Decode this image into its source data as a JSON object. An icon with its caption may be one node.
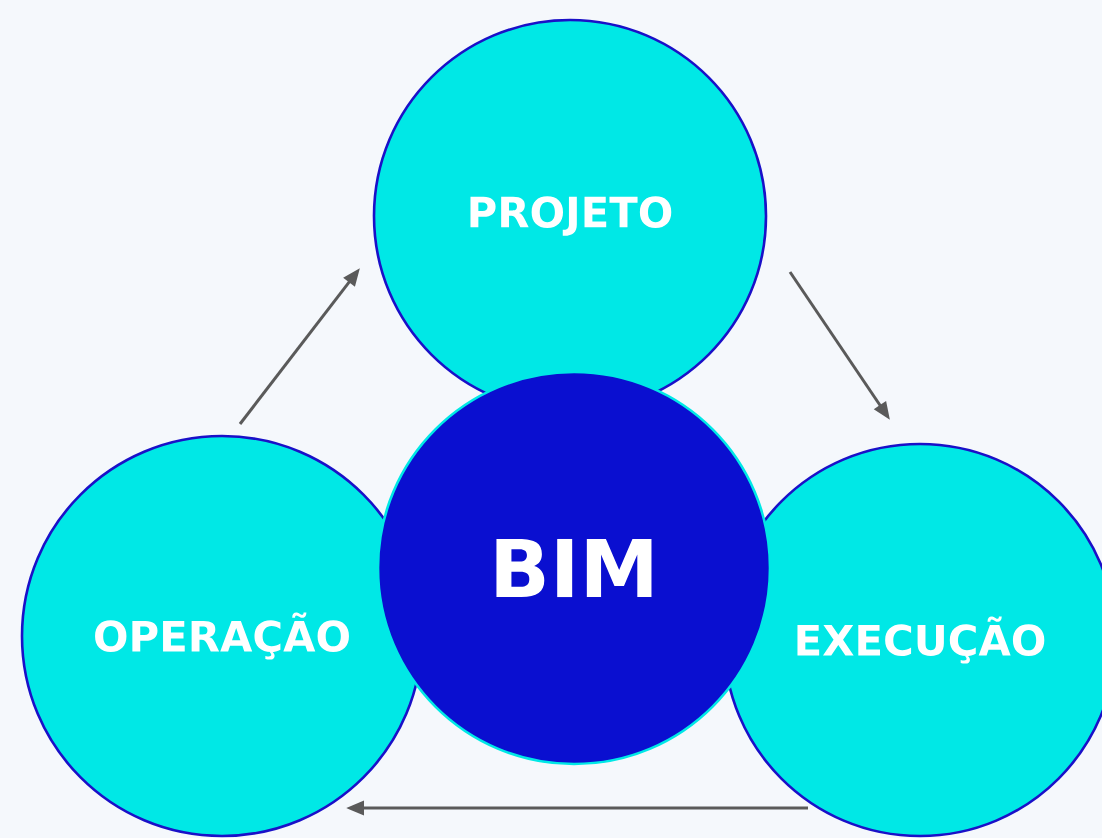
{
  "diagram": {
    "nodes": [
      {
        "text": [
          "PROJETO"
        ]
      },
      {
        "text": [
          "OPERAÇÃO"
        ]
      },
      {
        "text": [
          "BIM"
        ]
      },
      {
        "text": [
          "EXECUÇÃO"
        ]
      }
    ],
    "edges": [
      {
        "from": 1,
        "to": 0,
        "arrow": "to"
      },
      {
        "from": 0,
        "to": 3,
        "arrow": "to"
      },
      {
        "from": 3,
        "to": 1,
        "arrow": "to"
      }
    ]
  }
}
